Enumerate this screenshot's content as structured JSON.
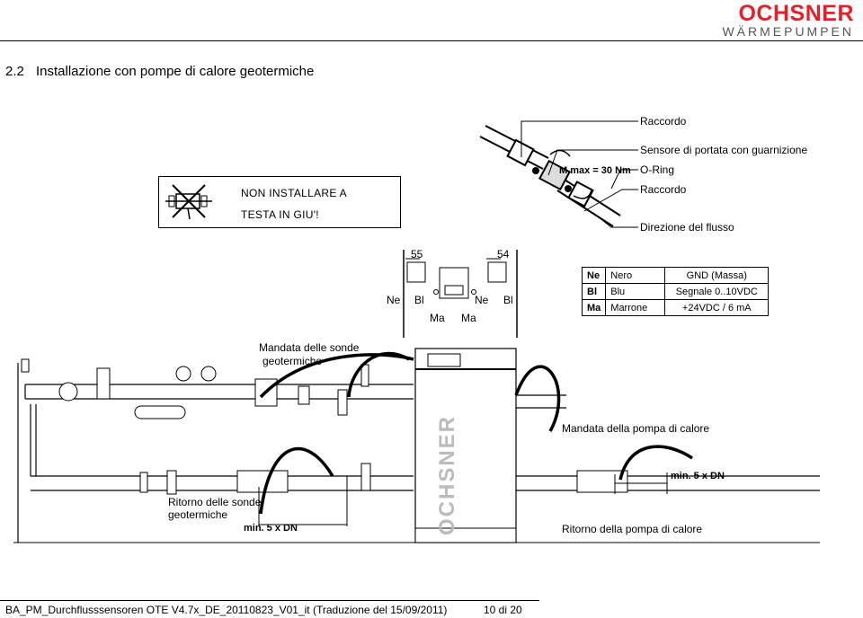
{
  "header": {
    "brand": "OCHSNER",
    "brand_sub": "WÄRMEPUMPEN"
  },
  "section": {
    "number": "2.2",
    "title": "Installazione con pompe di calore geotermiche"
  },
  "warning": {
    "line1": "NON  INSTALLARE  A",
    "line2": "TESTA  IN  GIU'!"
  },
  "sensor_labels": {
    "raccordo_top": "Raccordo",
    "sensore": "Sensore di portata con guarnizione",
    "oring": "O-Ring",
    "raccordo_bottom": "Raccordo",
    "direzione": "Direzione del flusso",
    "torque": "M max = 30 Nm"
  },
  "wiring": {
    "terminal_55": "55",
    "terminal_54": "54",
    "ne1": "Ne",
    "bl1": "Bl",
    "ne2": "Ne",
    "bl2": "Bl",
    "ma1": "Ma",
    "ma2": "Ma"
  },
  "color_table": [
    {
      "code": "Ne",
      "color": "Nero",
      "signal": "GND (Massa)"
    },
    {
      "code": "Bl",
      "color": "Blu",
      "signal": "Segnale 0..10VDC"
    },
    {
      "code": "Ma",
      "color": "Marrone",
      "signal": "+24VDC /  6 mA"
    }
  ],
  "diagram_labels": {
    "mandata_sonde_1": "Mandata delle sonde",
    "mandata_sonde_2": "geotermiche",
    "mandata_pompa": "Mandata della pompa di calore",
    "ritorno_sonde_1": "Ritorno delle sonde",
    "ritorno_sonde_2": "geotermiche",
    "ritorno_pompa": "Ritorno della pompa di calore",
    "min_dn_left": "min. 5 x DN",
    "min_dn_right": "min. 5 x DN",
    "unit_brand": "OCHSNER"
  },
  "footer": {
    "doc": "BA_PM_Durchflusssensoren OTE V4.7x_DE_20110823_V01_it  (Traduzione del 15/09/2011)",
    "page": "10 di 20"
  }
}
